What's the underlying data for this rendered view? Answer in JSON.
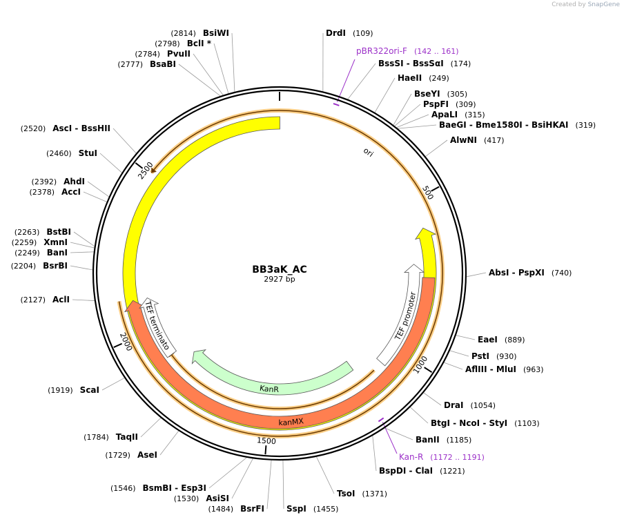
{
  "credit": {
    "prefix": "Created by",
    "brand": "SnapGene"
  },
  "plasmid": {
    "name": "BB3aK_AC",
    "length_label": "2927 bp",
    "length": 2927
  },
  "ticks": [
    {
      "bp": 500,
      "label": "500"
    },
    {
      "bp": 1000,
      "label": "1000"
    },
    {
      "bp": 1500,
      "label": "1500"
    },
    {
      "bp": 2000,
      "label": "2000"
    },
    {
      "bp": 2500,
      "label": "2500"
    }
  ],
  "colors": {
    "ori": "#ffff00",
    "kanMX": "#ff7f50",
    "KanR": "#ccffcc",
    "orange_line": "#f5a623",
    "primer": "#9b30c8"
  },
  "features": [
    {
      "label": "ori",
      "color": "#ffff00",
      "start": 1,
      "end": 589,
      "direction": "reverse",
      "layer": 1
    },
    {
      "label": "TEF promoter",
      "color": "#ffffff",
      "start": 1067,
      "end": 700,
      "direction": "reverse",
      "layer": 2
    },
    {
      "label": "kanMX",
      "color": "#ff7f50",
      "start": 745,
      "end": 2110,
      "direction": "forward",
      "layer": 1
    },
    {
      "label": "KanR",
      "color": "#ccffcc",
      "start": 1160,
      "end": 1850,
      "direction": "forward",
      "layer": 3
    },
    {
      "label": "TEF terminator",
      "color": "#ffffff",
      "start": 1895,
      "end": 2110,
      "direction": "forward",
      "layer": 2
    }
  ],
  "orange_arcs": [
    {
      "start": 1103,
      "end": 1905,
      "direction": "forward"
    },
    {
      "start": 2115,
      "end": 2505,
      "direction": "reverse"
    }
  ],
  "primers": [
    {
      "name": "pBR322ori-F",
      "range": "(142 .. 161)",
      "bp": 151
    },
    {
      "name": "Kan-R",
      "range": "(1172 .. 1191)",
      "bp": 1181
    }
  ],
  "enzymes": [
    {
      "name": "DrdI",
      "pos": "(109)",
      "bp": 109,
      "side": "right"
    },
    {
      "name": "BssSI  - BssSαI",
      "pos": "(174)",
      "bp": 174,
      "side": "right"
    },
    {
      "name": "HaeII",
      "pos": "(249)",
      "bp": 249,
      "side": "right"
    },
    {
      "name": "BseYI",
      "pos": "(305)",
      "bp": 305,
      "side": "right"
    },
    {
      "name": "PspFI",
      "pos": "(309)",
      "bp": 309,
      "side": "right"
    },
    {
      "name": "ApaLI",
      "pos": "(315)",
      "bp": 315,
      "side": "right"
    },
    {
      "name": "BaeGI  - Bme1580I  - BsiHKAI",
      "pos": "(319)",
      "bp": 319,
      "side": "right"
    },
    {
      "name": "AlwNI",
      "pos": "(417)",
      "bp": 417,
      "side": "right"
    },
    {
      "name": "AbsI  - PspXI",
      "pos": "(740)",
      "bp": 740,
      "side": "right"
    },
    {
      "name": "EaeI",
      "pos": "(889)",
      "bp": 889,
      "side": "right"
    },
    {
      "name": "PstI",
      "pos": "(930)",
      "bp": 930,
      "side": "right"
    },
    {
      "name": "AflIII  - MluI",
      "pos": "(963)",
      "bp": 963,
      "side": "right"
    },
    {
      "name": "DraI",
      "pos": "(1054)",
      "bp": 1054,
      "side": "right"
    },
    {
      "name": "BtgI  - NcoI  - StyI",
      "pos": "(1103)",
      "bp": 1103,
      "side": "right"
    },
    {
      "name": "BanII",
      "pos": "(1185)",
      "bp": 1185,
      "side": "right"
    },
    {
      "name": "BspDI  - ClaI",
      "pos": "(1221)",
      "bp": 1221,
      "side": "right"
    },
    {
      "name": "TsoI",
      "pos": "(1371)",
      "bp": 1371,
      "side": "right"
    },
    {
      "name": "SspI",
      "pos": "(1455)",
      "bp": 1455,
      "side": "right"
    },
    {
      "name": "BsrFI",
      "pos": "(1484)",
      "bp": 1484,
      "side": "left"
    },
    {
      "name": "AsiSI",
      "pos": "(1530)",
      "bp": 1530,
      "side": "left"
    },
    {
      "name": "BsmBI  - Esp3I",
      "pos": "(1546)",
      "bp": 1546,
      "side": "left"
    },
    {
      "name": "AseI",
      "pos": "(1729)",
      "bp": 1729,
      "side": "left"
    },
    {
      "name": "TaqII",
      "pos": "(1784)",
      "bp": 1784,
      "side": "left"
    },
    {
      "name": "ScaI",
      "pos": "(1919)",
      "bp": 1919,
      "side": "left"
    },
    {
      "name": "AclI",
      "pos": "(2127)",
      "bp": 2127,
      "side": "left"
    },
    {
      "name": "BsrBI",
      "pos": "(2204)",
      "bp": 2204,
      "side": "left"
    },
    {
      "name": "BanI",
      "pos": "(2249)",
      "bp": 2249,
      "side": "left"
    },
    {
      "name": "XmnI",
      "pos": "(2259)",
      "bp": 2259,
      "side": "left"
    },
    {
      "name": "BstBI",
      "pos": "(2263)",
      "bp": 2263,
      "side": "left"
    },
    {
      "name": "AccI",
      "pos": "(2378)",
      "bp": 2378,
      "side": "left"
    },
    {
      "name": "AhdI",
      "pos": "(2392)",
      "bp": 2392,
      "side": "left"
    },
    {
      "name": "StuI",
      "pos": "(2460)",
      "bp": 2460,
      "side": "left"
    },
    {
      "name": "AscI  - BssHII",
      "pos": "(2520)",
      "bp": 2520,
      "side": "left"
    },
    {
      "name": "BsaBI",
      "pos": "(2777)",
      "bp": 2777,
      "side": "left"
    },
    {
      "name": "PvuII",
      "pos": "(2784)",
      "bp": 2784,
      "side": "left"
    },
    {
      "name": "BclI *",
      "pos": "(2798)",
      "bp": 2798,
      "side": "left"
    },
    {
      "name": "BsiWI",
      "pos": "(2814)",
      "bp": 2814,
      "side": "left"
    }
  ]
}
